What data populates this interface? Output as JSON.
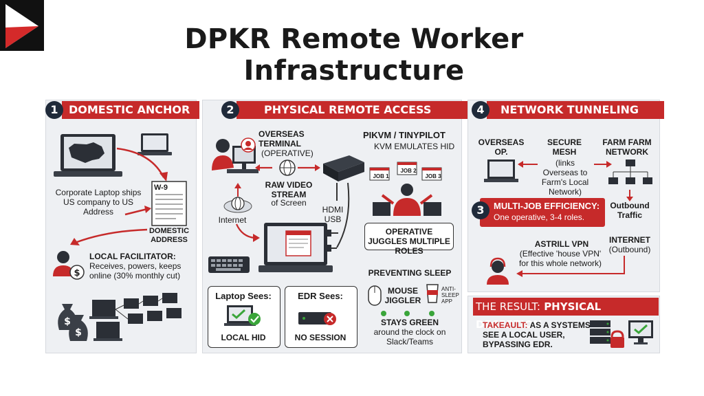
{
  "title": "DPKR Remote Worker Infrastructure",
  "sections": {
    "domestic": {
      "number": "1",
      "header": "DOMESTIC ANCHOR",
      "laptop_caption": "Corporate Laptop ships US company to US Address",
      "form_label": "W-9",
      "address_label": "DOMESTIC ADDRESS",
      "facilitator_title": "LOCAL FACILITATOR:",
      "facilitator_text": "Receives, powers, keeps online (30% monthly cut)"
    },
    "physical": {
      "number": "2",
      "header": "PHYSICAL REMOTE ACCESS",
      "terminal_title": "OVERSEAS TERMINAL",
      "terminal_sub": "(OPERATIVE)",
      "pikvm_title": "PIKVM / TINYPILOT",
      "pikvm_sub": "KVM EMULATES HID",
      "raw_video_title": "RAW VIDEO STREAM",
      "raw_video_sub": "of Screen",
      "internet_label": "Internet",
      "hdmi_label": "HDMI",
      "usb_label": "USB",
      "jobs": [
        "JOB 1",
        "JOB 2",
        "JOB 3"
      ],
      "juggles": "OPERATIVE JUGGLES MULTIPLE ROLES",
      "preventing_sleep": "PREVENTING SLEEP",
      "mouse_jiggler": "MOUSE JIGGLER",
      "anti_sleep": "ANTI-SLEEP APP",
      "stays_green": "STAYS GREEN",
      "stays_green_sub": "around the clock on Slack/Teams",
      "laptop_sees": "Laptop Sees:",
      "local_hid": "LOCAL HID",
      "edr_sees": "EDR Sees:",
      "no_session": "NO SESSION"
    },
    "network": {
      "number": "4",
      "header": "NETWORK TUNNELING",
      "overseas_op": "OVERSEAS OP.",
      "secure_mesh": "SECURE MESH",
      "mesh_note": "(links Overseas to Farm's Local Network)",
      "farm_network": "FARM FARM NETWORK",
      "outbound": "Outbound Traffic",
      "internet": "INTERNET",
      "internet_sub": "(Outbound)",
      "astrill_title": "ASTRILL VPN",
      "astrill_sub": "(Effective 'house VPN' for this whole network)"
    },
    "multijob": {
      "number": "3",
      "title": "MULTI-JOB EFFICIENCY:",
      "text": "One operative, 3-4 roles."
    },
    "result": {
      "header_prefix": "THE RESULT:",
      "header_suffix": "PHYSICAL DECEPTION",
      "takeaway_lead": "TAKEAULT:",
      "takeaway_text": "AS A SYSTEMS SEE A LOCAL USER, BYPASSING EDR."
    }
  },
  "colors": {
    "accent": "#c62a2a",
    "dark": "#1f2a3a",
    "green": "#3aa53a"
  }
}
